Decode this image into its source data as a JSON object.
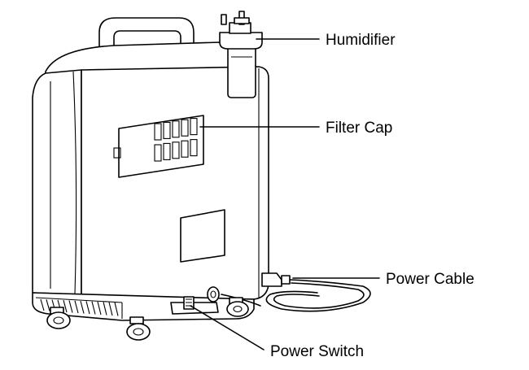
{
  "labels": {
    "humidifier": "Humidifier",
    "filter_cap": "Filter Cap",
    "power_cable": "Power Cable",
    "power_switch": "Power Switch"
  }
}
